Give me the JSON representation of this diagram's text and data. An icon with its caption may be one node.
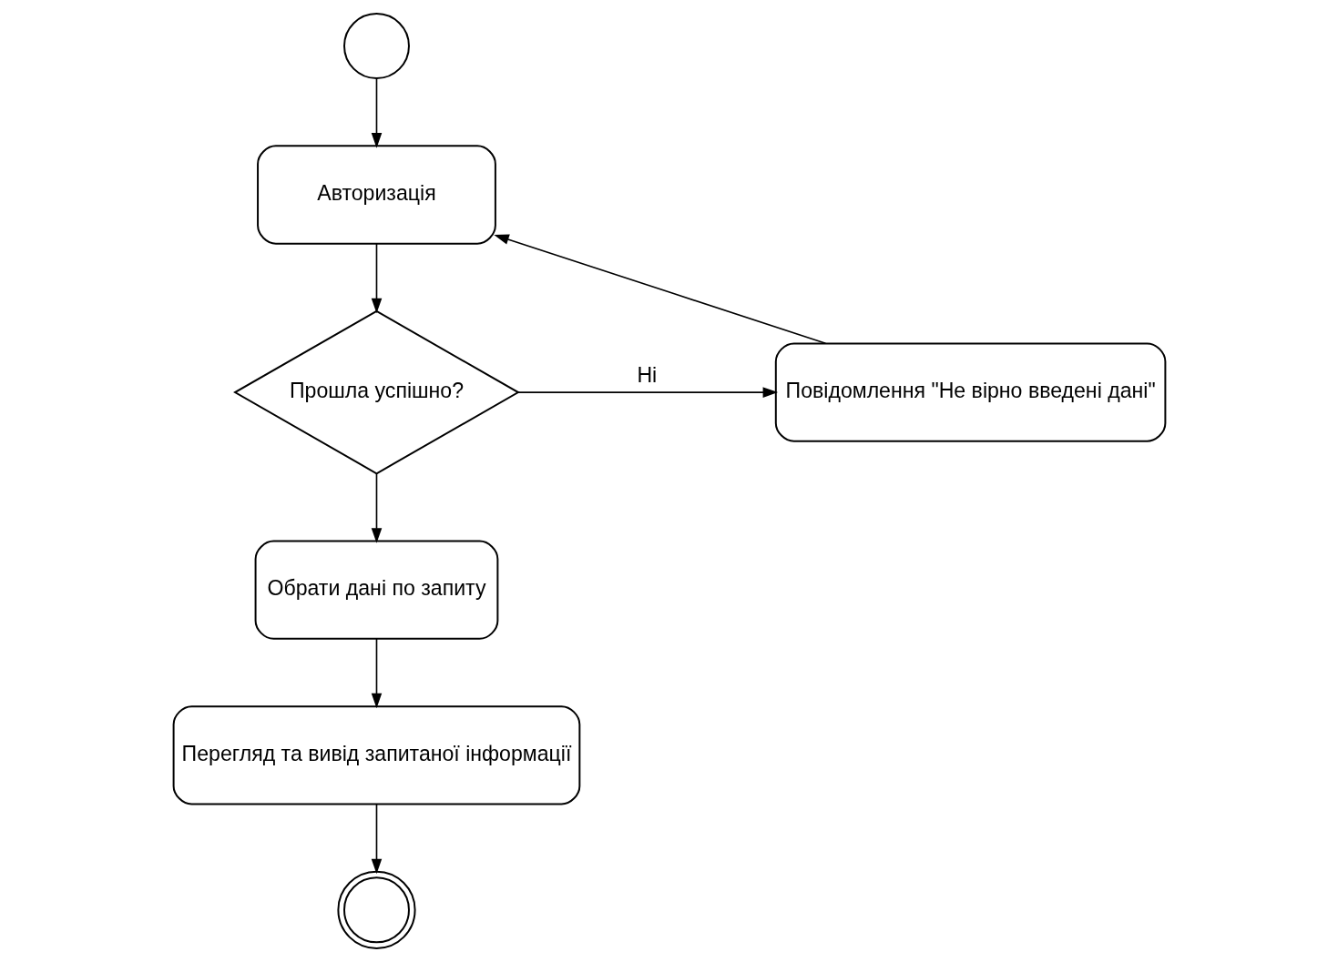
{
  "diagram": {
    "nodes": [
      {
        "text": [],
        "shape": "circle"
      },
      {
        "text": [
          "Авторизація"
        ]
      },
      {
        "text": [
          "Прошла успішно?"
        ]
      },
      {
        "text": [
          "Повідомлення \"Не вірно введені дані\""
        ]
      },
      {
        "text": [
          "Обрати дані по запиту"
        ]
      },
      {
        "text": [
          "Перегляд та вивід запитаної інформації"
        ]
      },
      {
        "text": [],
        "shape": "doublecircle"
      }
    ],
    "edges": [
      {
        "from": 0,
        "to": 1,
        "arrow": "to"
      },
      {
        "from": 1,
        "to": 2,
        "arrow": "to"
      },
      {
        "from": 2,
        "to": 3,
        "arrow": "to",
        "label": "Ні"
      },
      {
        "from": 3,
        "to": 1,
        "arrow": "to"
      },
      {
        "from": 2,
        "to": 4,
        "arrow": "to"
      },
      {
        "from": 4,
        "to": 5,
        "arrow": "to"
      },
      {
        "from": 5,
        "to": 6,
        "arrow": "to"
      }
    ]
  }
}
